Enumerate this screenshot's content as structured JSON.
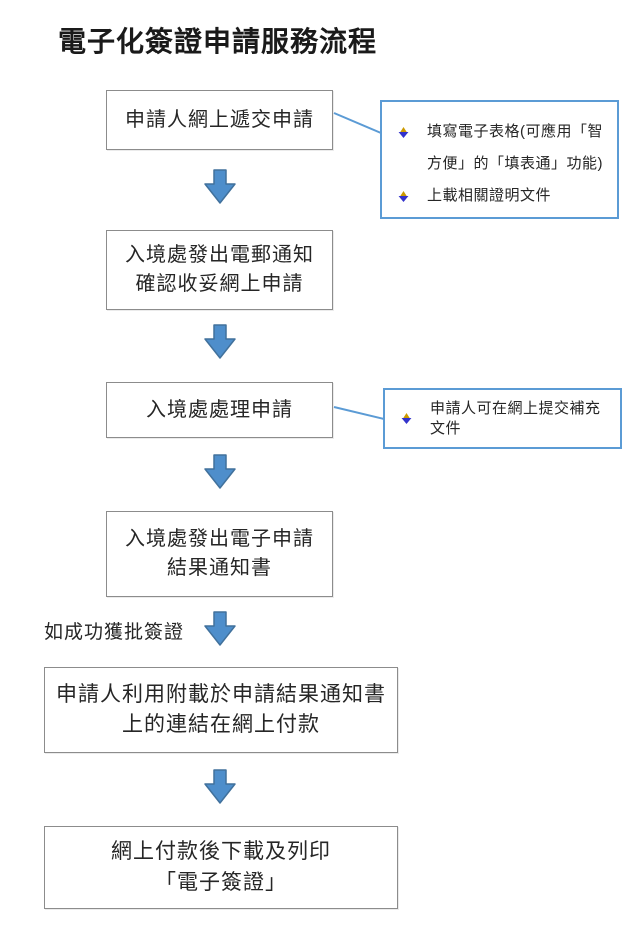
{
  "page": {
    "title": "電子化簽證申請服務流程"
  },
  "flow": {
    "boxes": [
      {
        "id": "submit-online",
        "lines": [
          "申請人網上遞交申請"
        ]
      },
      {
        "id": "email-acknowledgement",
        "lines": [
          "入境處發出電郵通知",
          "確認收妥網上申請"
        ]
      },
      {
        "id": "processing",
        "lines": [
          "入境處處理申請"
        ]
      },
      {
        "id": "result-notification",
        "lines": [
          "入境處發出電子申請",
          "結果通知書"
        ]
      },
      {
        "id": "online-payment",
        "lines": [
          "申請人利用附載於申請結果通知書",
          "上的連結在網上付款"
        ]
      },
      {
        "id": "download-print",
        "lines": [
          "網上付款後下載及列印",
          "「電子簽證」"
        ]
      }
    ],
    "branch_label": "如成功獲批簽證",
    "notes": [
      {
        "id": "submission-notes",
        "items": [
          "填寫電子表格(可應用「智方便」的「填表通」功能)",
          "上載相關證明文件"
        ]
      },
      {
        "id": "processing-notes",
        "items": [
          "申請人可在網上提交補充文件"
        ]
      }
    ]
  },
  "colors": {
    "arrow_fill": "#4e8ecb",
    "arrow_stroke": "#41719c",
    "note_border": "#5b9bd5",
    "connector": "#5b9bd5",
    "box_border": "#8c8c8c",
    "bullet_top": "#cc9a00",
    "bullet_bottom": "#3333cc"
  }
}
